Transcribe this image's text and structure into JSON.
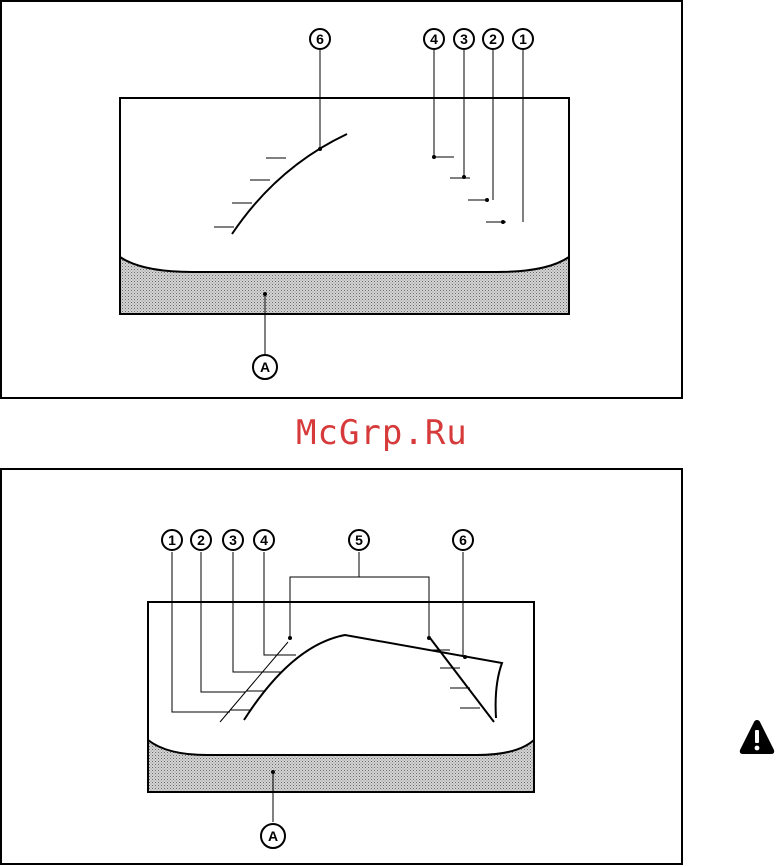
{
  "watermark": {
    "text": "McGrp.Ru",
    "color": "#d63a3a"
  },
  "icons": {
    "warning": "warning-triangle-icon"
  },
  "colors": {
    "line": "#000000",
    "shading": "#b8b8b8"
  },
  "figure_top": {
    "callouts": [
      {
        "id": "6",
        "label": "6"
      },
      {
        "id": "4",
        "label": "4"
      },
      {
        "id": "3",
        "label": "3"
      },
      {
        "id": "2",
        "label": "2"
      },
      {
        "id": "1",
        "label": "1"
      },
      {
        "id": "A",
        "label": "A"
      }
    ]
  },
  "figure_bottom": {
    "callouts": [
      {
        "id": "1",
        "label": "1"
      },
      {
        "id": "2",
        "label": "2"
      },
      {
        "id": "3",
        "label": "3"
      },
      {
        "id": "4",
        "label": "4"
      },
      {
        "id": "5",
        "label": "5"
      },
      {
        "id": "6",
        "label": "6"
      },
      {
        "id": "A",
        "label": "A"
      }
    ]
  }
}
